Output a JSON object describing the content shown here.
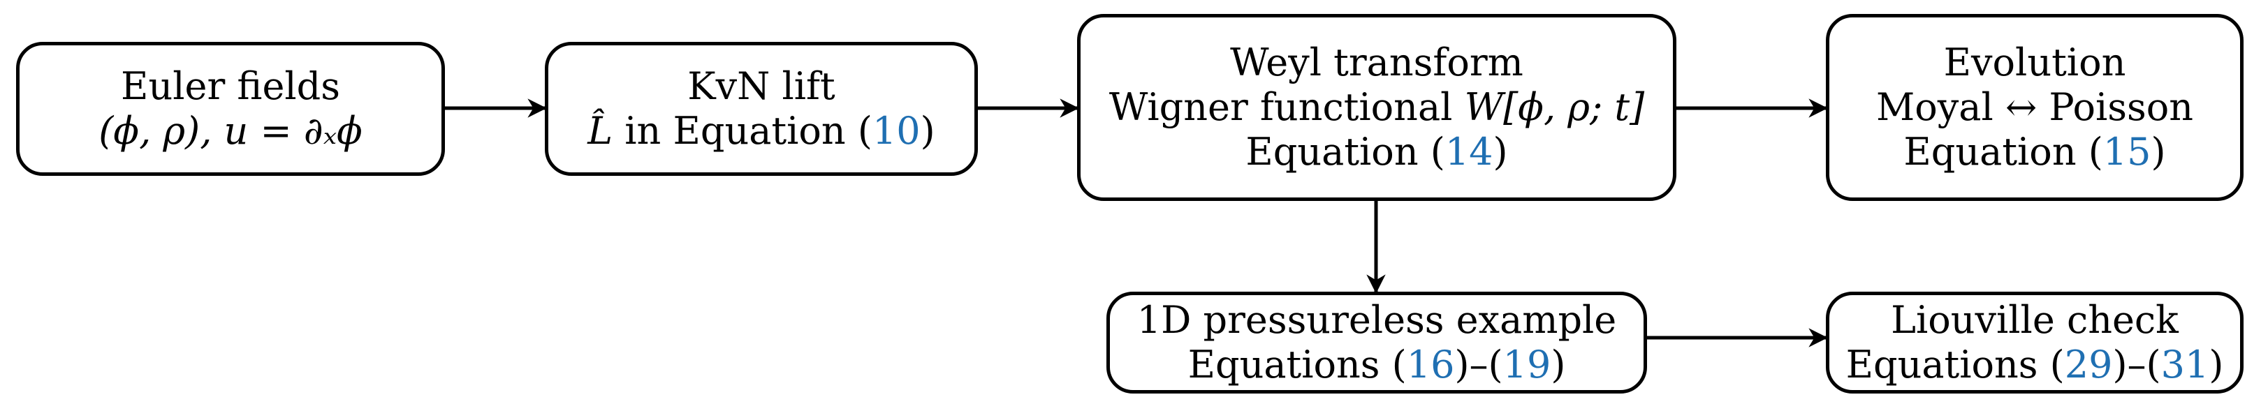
{
  "colors": {
    "stroke": "#000000",
    "reference": "#1f6fb2",
    "background": "#ffffff"
  },
  "nodes": {
    "euler": {
      "line1": "Euler fields",
      "line2": "(ϕ, ρ), u = ∂ₓϕ"
    },
    "kvn": {
      "line1": "KvN lift",
      "line2_sym": "L̂",
      "line2_text": " in Equation (",
      "line2_ref": "10",
      "line2_close": ")"
    },
    "weyl": {
      "line1": "Weyl transform",
      "line2_text": "Wigner functional ",
      "line2_math": "W[ϕ, ρ; t]",
      "line3_text": "Equation (",
      "line3_ref": "14",
      "line3_close": ")"
    },
    "evolution": {
      "line1": "Evolution",
      "line2": "Moyal ↔ Poisson",
      "line3_text": "Equation (",
      "line3_ref": "15",
      "line3_close": ")"
    },
    "pressureless": {
      "line1": "1D pressureless example",
      "line2_text": "Equations (",
      "line2_ref1": "16",
      "line2_mid": ")–(",
      "line2_ref2": "19",
      "line2_close": ")"
    },
    "liouville": {
      "line1": "Liouville check",
      "line2_text": "Equations (",
      "line2_ref1": "29",
      "line2_mid": ")–(",
      "line2_ref2": "31",
      "line2_close": ")"
    }
  },
  "edges": [
    {
      "from": "euler",
      "to": "kvn"
    },
    {
      "from": "kvn",
      "to": "weyl"
    },
    {
      "from": "weyl",
      "to": "evolution"
    },
    {
      "from": "weyl",
      "to": "pressureless"
    },
    {
      "from": "pressureless",
      "to": "liouville"
    }
  ]
}
